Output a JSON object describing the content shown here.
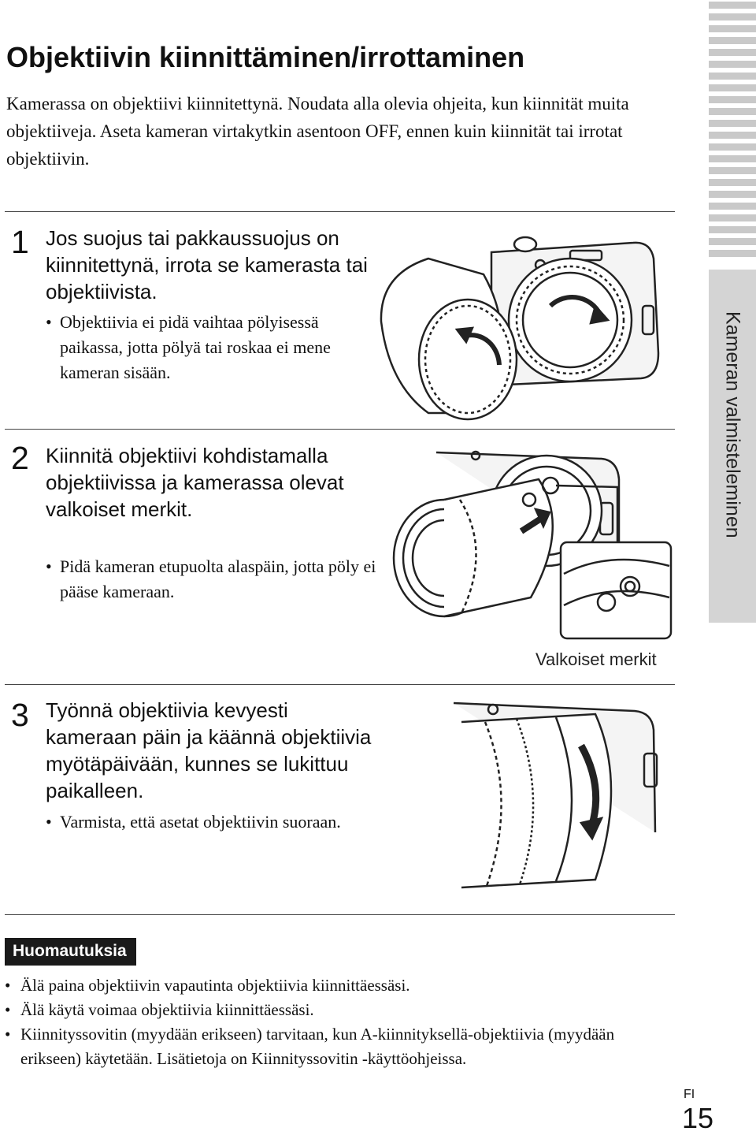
{
  "title": "Objektiivin kiinnittäminen/irrottaminen",
  "intro": "Kamerassa on objektiivi kiinnitettynä. Noudata alla olevia ohjeita, kun kiinnität muita objektiiveja. Aseta kameran virtakytkin asentoon OFF, ennen kuin kiinnität tai irrotat objektiivin.",
  "side_tab": {
    "label": "Kameran valmisteleminen"
  },
  "steps": [
    {
      "number": "1",
      "heading": "Jos suojus tai pakkaussuojus on kiinnitettynä, irrota se kamerasta tai objektiivista.",
      "bullet": "Objektiivia ei pidä vaihtaa pölyisessä paikassa, jotta pölyä tai roskaa ei mene kameran sisään."
    },
    {
      "number": "2",
      "heading": "Kiinnitä objektiivi kohdistamalla objektiivissa ja kamerassa olevat valkoiset merkit.",
      "bullet": "Pidä kameran etupuolta alaspäin, jotta pöly ei pääse kameraan."
    },
    {
      "number": "3",
      "heading": "Työnnä objektiivia kevyesti kameraan päin ja käännä objektiivia myötäpäivään, kunnes se lukittuu paikalleen.",
      "bullet": "Varmista, että asetat objektiivin suoraan."
    }
  ],
  "figure_caption": "Valkoiset merkit",
  "notes": {
    "title": "Huomautuksia",
    "items": [
      "Älä paina objektiivin vapautinta objektiivia kiinnittäessäsi.",
      "Älä käytä voimaa objektiivia kiinnittäessäsi.",
      "Kiinnityssovitin (myydään erikseen) tarvitaan, kun A-kiinnityksellä-objektiivia (myydään erikseen) käytetään. Lisätietoja on Kiinnityssovitin -käyttöohjeissa."
    ]
  },
  "page": {
    "lang": "FI",
    "number": "15"
  }
}
